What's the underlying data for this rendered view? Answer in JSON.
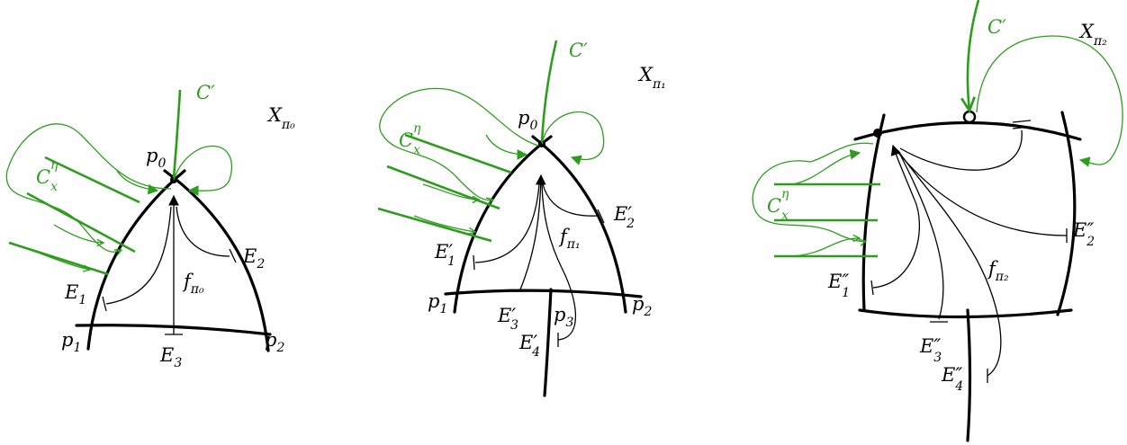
{
  "colors": {
    "green": "#2e9d1e",
    "black": "#000000"
  },
  "panel0": {
    "title_main": "X",
    "title_sub": "π₀",
    "C_prime": "C′",
    "Cx_main": "C",
    "Cx_sub": "x",
    "Cx_sup": "η",
    "p0": "p",
    "p0_sub": "0",
    "p1": "p",
    "p1_sub": "1",
    "p2": "p",
    "p2_sub": "2",
    "E1": "E",
    "E1_sub": "1",
    "E2": "E",
    "E2_sub": "2",
    "E3": "E",
    "E3_sub": "3",
    "f_main": "f",
    "f_sub": "π₀"
  },
  "panel1": {
    "title_main": "X",
    "title_sub": "π₁",
    "C_prime": "C′",
    "Cx_main": "C",
    "Cx_sub": "x",
    "Cx_sup": "η",
    "p0": "p",
    "p0_sub": "0",
    "p1": "p",
    "p1_sub": "1",
    "p2": "p",
    "p2_sub": "2",
    "p3": "p",
    "p3_sub": "3",
    "E1": "E′",
    "E1_sub": "1",
    "E2": "E′",
    "E2_sub": "2",
    "E3": "E′",
    "E3_sub": "3",
    "E4": "E′",
    "E4_sub": "4",
    "f_main": "f",
    "f_sub": "π₁"
  },
  "panel2": {
    "title_main": "X",
    "title_sub": "π₂",
    "C_prime": "C′",
    "Cx_main": "C",
    "Cx_sub": "x",
    "Cx_sup": "η",
    "E1": "E″",
    "E1_sub": "1",
    "E2": "E″",
    "E2_sub": "2",
    "E3": "E″",
    "E3_sub": "3",
    "E4": "E″",
    "E4_sub": "4",
    "f_main": "f",
    "f_sub": "π₂"
  }
}
